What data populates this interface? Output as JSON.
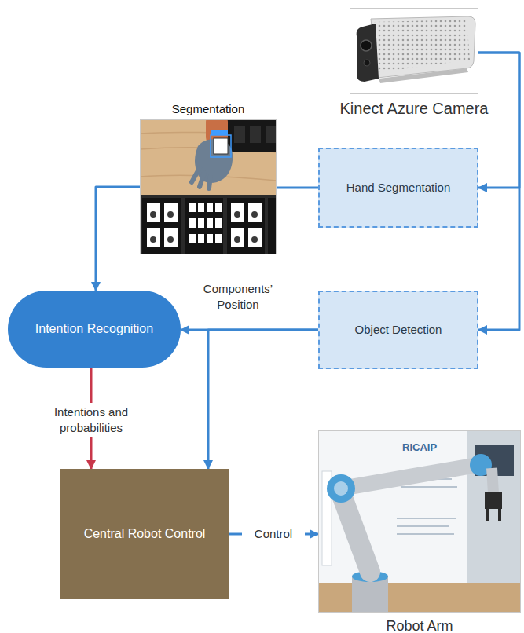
{
  "diagram": {
    "nodes": [
      {
        "text": [
          "Kinect Azure Camera"
        ]
      },
      {
        "text": [
          "Segmentation"
        ]
      },
      {
        "text": [
          "Hand Segmentation"
        ]
      },
      {
        "text": [
          "Intention Recognition"
        ]
      },
      {
        "text": [
          "Object Detection"
        ]
      },
      {
        "text": [
          "Central Robot Control"
        ]
      },
      {
        "text": [
          "Robot Arm"
        ]
      }
    ],
    "edges": [
      {
        "from": 0,
        "to": 2,
        "arrow": "to"
      },
      {
        "from": 0,
        "to": 4,
        "arrow": "to"
      },
      {
        "from": 2,
        "to": 1,
        "arrow": "none"
      },
      {
        "from": 1,
        "to": 3,
        "arrow": "to"
      },
      {
        "from": 4,
        "to": 3,
        "label": "Components’ Position",
        "arrow": "to"
      },
      {
        "from": 4,
        "to": 5,
        "arrow": "to"
      },
      {
        "from": 3,
        "to": 5,
        "label": "Intentions and probabilities",
        "arrow": "to"
      },
      {
        "from": 5,
        "to": 6,
        "label": "Control",
        "arrow": "to"
      }
    ],
    "labels": [
      "RICAIP"
    ]
  }
}
